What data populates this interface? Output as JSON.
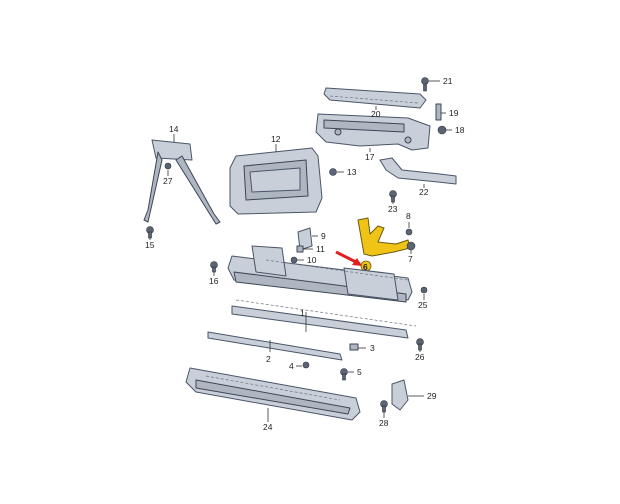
{
  "diagram": {
    "highlight_color": "#f0c417",
    "arrow_color": "#e02020",
    "part_color": "#c9cfd8",
    "highlighted_part": "6",
    "parts": [
      {
        "id": "p1",
        "label": "1"
      },
      {
        "id": "p2",
        "label": "2"
      },
      {
        "id": "p3",
        "label": "3"
      },
      {
        "id": "p4",
        "label": "4"
      },
      {
        "id": "p5",
        "label": "5"
      },
      {
        "id": "p6",
        "label": "6"
      },
      {
        "id": "p7",
        "label": "7"
      },
      {
        "id": "p8",
        "label": "8"
      },
      {
        "id": "p9",
        "label": "9"
      },
      {
        "id": "p10",
        "label": "10"
      },
      {
        "id": "p11",
        "label": "11"
      },
      {
        "id": "p12",
        "label": "12"
      },
      {
        "id": "p13",
        "label": "13"
      },
      {
        "id": "p14",
        "label": "14"
      },
      {
        "id": "p15",
        "label": "15"
      },
      {
        "id": "p16",
        "label": "16"
      },
      {
        "id": "p17",
        "label": "17"
      },
      {
        "id": "p18",
        "label": "18"
      },
      {
        "id": "p19",
        "label": "19"
      },
      {
        "id": "p20",
        "label": "20"
      },
      {
        "id": "p21",
        "label": "21"
      },
      {
        "id": "p22",
        "label": "22"
      },
      {
        "id": "p23",
        "label": "23"
      },
      {
        "id": "p24",
        "label": "24"
      },
      {
        "id": "p25",
        "label": "25"
      },
      {
        "id": "p26",
        "label": "26"
      },
      {
        "id": "p27",
        "label": "27"
      },
      {
        "id": "p28",
        "label": "28"
      },
      {
        "id": "p29",
        "label": "29"
      }
    ]
  }
}
